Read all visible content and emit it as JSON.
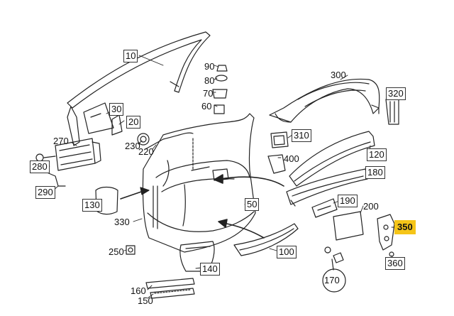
{
  "parts": [
    {
      "id": "p10",
      "label": "10"
    },
    {
      "id": "p20",
      "label": "20"
    },
    {
      "id": "p30",
      "label": "30"
    },
    {
      "id": "p50",
      "label": "50"
    },
    {
      "id": "p60",
      "label": "60"
    },
    {
      "id": "p70",
      "label": "70"
    },
    {
      "id": "p80",
      "label": "80"
    },
    {
      "id": "p90",
      "label": "90"
    },
    {
      "id": "p100",
      "label": "100"
    },
    {
      "id": "p120",
      "label": "120"
    },
    {
      "id": "p130",
      "label": "130"
    },
    {
      "id": "p140",
      "label": "140"
    },
    {
      "id": "p150",
      "label": "150"
    },
    {
      "id": "p160",
      "label": "160"
    },
    {
      "id": "p170",
      "label": "170"
    },
    {
      "id": "p180",
      "label": "180"
    },
    {
      "id": "p190",
      "label": "190"
    },
    {
      "id": "p200",
      "label": "200"
    },
    {
      "id": "p220",
      "label": "220"
    },
    {
      "id": "p230",
      "label": "230"
    },
    {
      "id": "p250",
      "label": "250"
    },
    {
      "id": "p270",
      "label": "270"
    },
    {
      "id": "p280",
      "label": "280"
    },
    {
      "id": "p290",
      "label": "290"
    },
    {
      "id": "p300",
      "label": "300"
    },
    {
      "id": "p310",
      "label": "310"
    },
    {
      "id": "p320",
      "label": "320"
    },
    {
      "id": "p330",
      "label": "330"
    },
    {
      "id": "p350",
      "label": "350"
    },
    {
      "id": "p360",
      "label": "360"
    },
    {
      "id": "p400",
      "label": "400"
    }
  ],
  "highlight_color": "#f5c518",
  "line_color": "#222222"
}
